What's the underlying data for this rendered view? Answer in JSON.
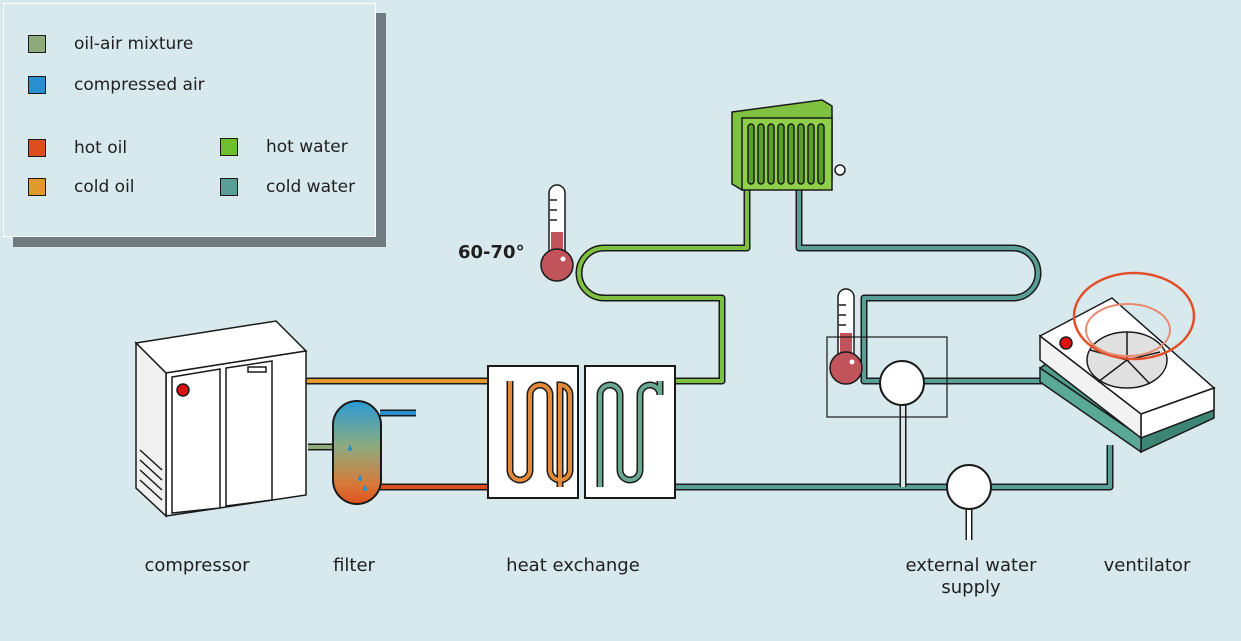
{
  "legend": {
    "items": [
      {
        "label": "oil-air mixture",
        "color": "#8fab7c"
      },
      {
        "label": "compressed air",
        "color": "#2a8fd0"
      },
      {
        "label": "hot oil",
        "color": "#dd4e1f"
      },
      {
        "label": "cold oil",
        "color": "#e0992a"
      },
      {
        "label": "hot water",
        "color": "#6ec02c"
      },
      {
        "label": "cold water",
        "color": "#5a9e98"
      }
    ]
  },
  "captions": {
    "compressor": "compressor",
    "filter": "filter",
    "heat_exchange": "heat exchange",
    "external_water_supply": "external water\nsupply",
    "ventilator": "ventilator"
  },
  "temperature": {
    "label": "60-70°"
  },
  "colors": {
    "background": "#d8e9ee",
    "thermometer_red": "#c0545a",
    "ventilator_ring": "#e2502a",
    "outline": "#1a1a1a"
  },
  "icons": [
    "compressor-unit",
    "filter-tank",
    "heat-exchanger-oil",
    "heat-exchanger-water",
    "radiator",
    "thermometer",
    "thermometer",
    "flow-valve",
    "flow-valve",
    "ventilator-fan"
  ]
}
